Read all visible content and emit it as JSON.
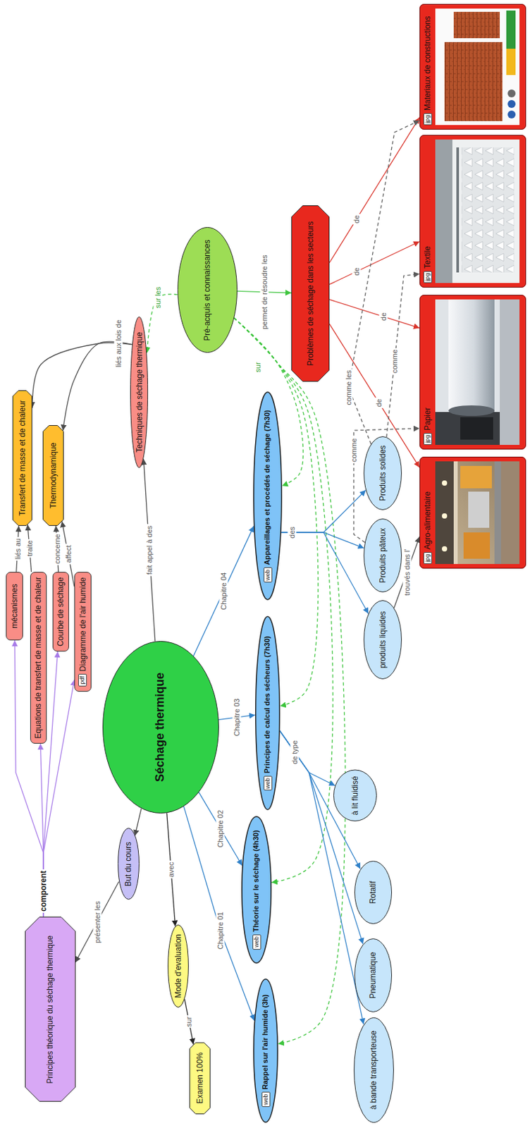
{
  "diagram": {
    "nodes": [
      {
        "text": [
          "Principes théorique du séchage thermique"
        ]
      },
      {
        "text": [
          "mécanismes"
        ]
      },
      {
        "text": [
          "Equations de transfert de masse et de chaleur"
        ]
      },
      {
        "text": [
          "Courbe de séchage"
        ]
      },
      {
        "text": [
          "Diagramme de l'air humide",
          "pdf"
        ]
      },
      {
        "text": [
          "Transfert de masse et de chaleur"
        ]
      },
      {
        "text": [
          "Thermodynamique"
        ]
      },
      {
        "text": [
          "Techniques de séchage thermique"
        ]
      },
      {
        "text": [
          "Pré-acquis et connaissances"
        ]
      },
      {
        "text": [
          "Séchage thermique"
        ]
      },
      {
        "text": [
          "But du cours"
        ]
      },
      {
        "text": [
          "Mode d'evaluation"
        ]
      },
      {
        "text": [
          "Examen 100%"
        ]
      },
      {
        "text": [
          "Rappel sur l'air humide (3h)",
          "web"
        ]
      },
      {
        "text": [
          "Théorie sur le séchage (4h30)",
          "web"
        ]
      },
      {
        "text": [
          "Principes de calcul des sécheurs (7h30)",
          "web"
        ]
      },
      {
        "text": [
          "Appareillages et procédés de séchage (7h30)",
          "web"
        ]
      },
      {
        "text": [
          "Problèmes de séchage dans les secteurs"
        ]
      },
      {
        "text": [
          "à bande transporteuse"
        ]
      },
      {
        "text": [
          "Pneumatique"
        ]
      },
      {
        "text": [
          "Rotatif"
        ]
      },
      {
        "text": [
          "à lit fluidisé"
        ]
      },
      {
        "text": [
          "produits liquides"
        ]
      },
      {
        "text": [
          "Produits pâteux"
        ]
      },
      {
        "text": [
          "Produits solides"
        ]
      },
      {
        "text": [
          "Agro-alimentaire",
          "jpg"
        ]
      },
      {
        "text": [
          "Papier",
          "jpg"
        ]
      },
      {
        "text": [
          "Textile",
          "jpg"
        ]
      },
      {
        "text": [
          "Materiaux de constructions",
          "jpg"
        ]
      }
    ],
    "edges": [
      {
        "from": 0,
        "to": 1,
        "arrow": "to",
        "label": "comporent"
      },
      {
        "from": 0,
        "to": 2,
        "arrow": "to"
      },
      {
        "from": 0,
        "to": 3,
        "arrow": "to"
      },
      {
        "from": 0,
        "to": 4,
        "arrow": "to"
      },
      {
        "from": 1,
        "to": 5,
        "arrow": "to",
        "label": "liés au"
      },
      {
        "from": 2,
        "to": 5,
        "arrow": "to",
        "label": "traite"
      },
      {
        "from": 3,
        "to": 6,
        "arrow": "to",
        "label": "concerne"
      },
      {
        "from": 4,
        "to": 6,
        "arrow": "to",
        "label": "affect"
      },
      {
        "from": 7,
        "to": 5,
        "arrow": "to",
        "label": "liés aux lois de"
      },
      {
        "from": 7,
        "to": 6,
        "arrow": "to"
      },
      {
        "from": 9,
        "to": 7,
        "arrow": "to",
        "label": "fait appel à des"
      },
      {
        "from": 8,
        "to": 7,
        "arrow": "to",
        "label": "sur les"
      },
      {
        "from": 9,
        "to": 10,
        "arrow": "to"
      },
      {
        "from": 10,
        "to": 0,
        "arrow": "to",
        "label": "présenter les"
      },
      {
        "from": 9,
        "to": 11,
        "arrow": "to",
        "label": "avec"
      },
      {
        "from": 11,
        "to": 12,
        "arrow": "to",
        "label": "sur"
      },
      {
        "from": 9,
        "to": 13,
        "arrow": "to",
        "label": "Chapitre 01"
      },
      {
        "from": 9,
        "to": 14,
        "arrow": "to",
        "label": "Chapitre 02"
      },
      {
        "from": 9,
        "to": 15,
        "arrow": "to",
        "label": "Chapitre 03"
      },
      {
        "from": 9,
        "to": 16,
        "arrow": "to",
        "label": "Chapitre 04"
      },
      {
        "from": 8,
        "to": 16,
        "arrow": "to",
        "label": "sur"
      },
      {
        "from": 8,
        "to": 15,
        "arrow": "to"
      },
      {
        "from": 8,
        "to": 14,
        "arrow": "to"
      },
      {
        "from": 8,
        "to": 13,
        "arrow": "to"
      },
      {
        "from": 8,
        "to": 17,
        "arrow": "to",
        "label": "permet de résoudre les"
      },
      {
        "from": 17,
        "to": 25,
        "arrow": "to",
        "label": "de"
      },
      {
        "from": 17,
        "to": 26,
        "arrow": "to",
        "label": "de"
      },
      {
        "from": 17,
        "to": 27,
        "arrow": "to",
        "label": "de"
      },
      {
        "from": 17,
        "to": 28,
        "arrow": "to",
        "label": "de"
      },
      {
        "from": 16,
        "to": 24,
        "arrow": "to",
        "label": "des"
      },
      {
        "from": 16,
        "to": 23,
        "arrow": "to"
      },
      {
        "from": 16,
        "to": 22,
        "arrow": "to"
      },
      {
        "from": 15,
        "to": 21,
        "arrow": "to",
        "label": "de type"
      },
      {
        "from": 15,
        "to": 20,
        "arrow": "to"
      },
      {
        "from": 15,
        "to": 19,
        "arrow": "to"
      },
      {
        "from": 15,
        "to": 18,
        "arrow": "to"
      },
      {
        "from": 22,
        "to": 25,
        "arrow": "to",
        "label": "trouvés dans l'"
      },
      {
        "from": 24,
        "to": 28,
        "arrow": "to",
        "label": "comme les"
      },
      {
        "from": 24,
        "to": 27,
        "arrow": "to",
        "label": "comme"
      },
      {
        "from": 23,
        "to": 26,
        "arrow": "to",
        "label": "comme"
      }
    ]
  }
}
